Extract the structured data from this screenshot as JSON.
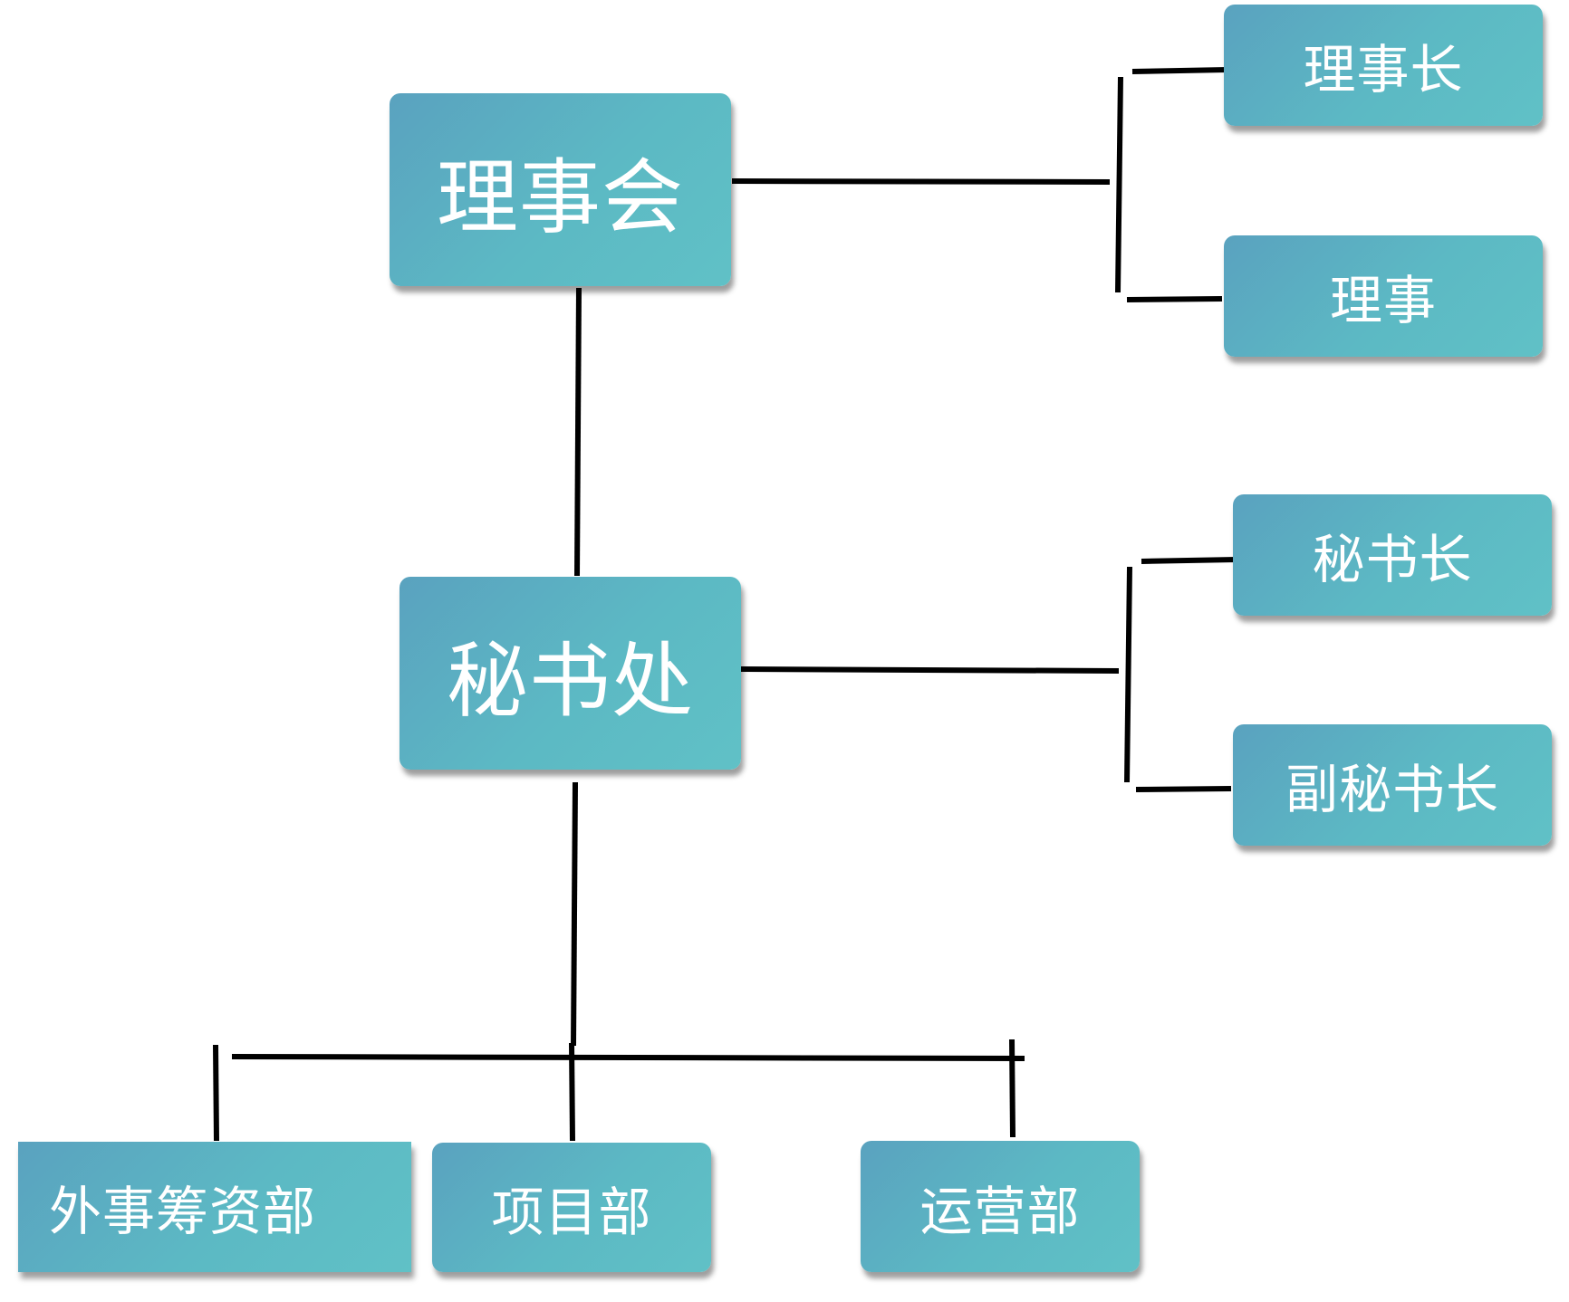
{
  "nodes": {
    "council": "理事会",
    "chairman": "理事长",
    "director": "理事",
    "secretariat": "秘书处",
    "secretary_general": "秘书长",
    "deputy_secretary_general": "副秘书长",
    "foreign_affairs_fundraising": "外事筹资部",
    "projects": "项目部",
    "operations": "运营部"
  },
  "colors": {
    "box_gradient_start": "#5aa2bf",
    "box_gradient_end": "#60c1c6",
    "box_text": "#ffffff",
    "connector": "#000000"
  }
}
